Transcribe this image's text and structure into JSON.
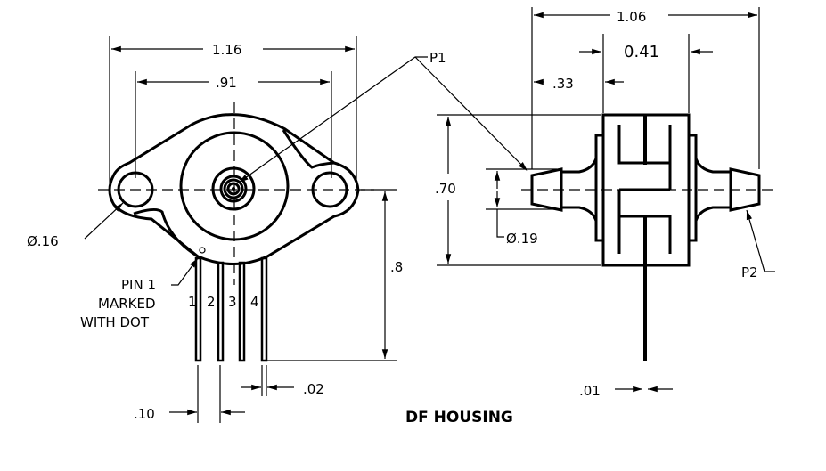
{
  "title": "DF HOUSING",
  "front_view": {
    "dim_width_overall": "1.16",
    "dim_hole_spacing": ".91",
    "dim_hole_diameter": "Ø.16",
    "dim_lead_length": ".8",
    "dim_lead_width": ".02",
    "dim_lead_pitch": ".10",
    "pin_note": [
      "PIN 1",
      "MARKED",
      "WITH DOT"
    ],
    "pin_numbers": [
      "1",
      "2",
      "3",
      "4"
    ],
    "port_label": "P1"
  },
  "side_view": {
    "dim_length_overall": "1.06",
    "dim_body_width": "0.41",
    "dim_port_length": ".33",
    "dim_body_height": ".70",
    "dim_port_diameter": "Ø.19",
    "dim_lead_thickness": ".01",
    "port_label": "P2"
  }
}
